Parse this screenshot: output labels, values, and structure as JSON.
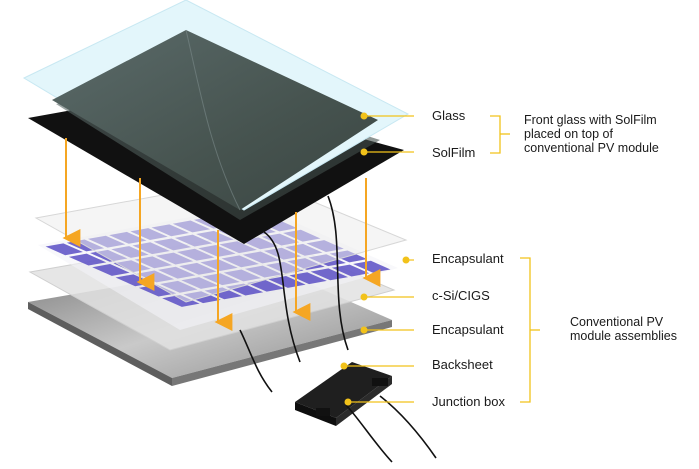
{
  "layers": [
    {
      "key": "glass",
      "label": "Glass"
    },
    {
      "key": "solfilm",
      "label": "SolFilm"
    },
    {
      "key": "encapsulant_top",
      "label": "Encapsulant"
    },
    {
      "key": "cells",
      "label": "c-Si/CIGS"
    },
    {
      "key": "encapsulant_bottom",
      "label": "Encapsulant"
    },
    {
      "key": "backsheet",
      "label": "Backsheet"
    },
    {
      "key": "junction_box",
      "label": "Junction box"
    }
  ],
  "groups": [
    {
      "key": "front",
      "lines": [
        "Front glass with SolFilm",
        "placed on top of",
        "conventional PV module"
      ]
    },
    {
      "key": "conventional",
      "lines": [
        "Conventional PV",
        "module assemblies"
      ]
    }
  ],
  "colors": {
    "accent": "#f5a623",
    "leader": "#f2c21a",
    "cell": "#5a4fc4",
    "glass": "#dff4fb",
    "film_dark": "#111111",
    "film_panel": "#4a5857",
    "encapsulant": "#dcdcdc",
    "backsheet": "#9e9e9e"
  }
}
